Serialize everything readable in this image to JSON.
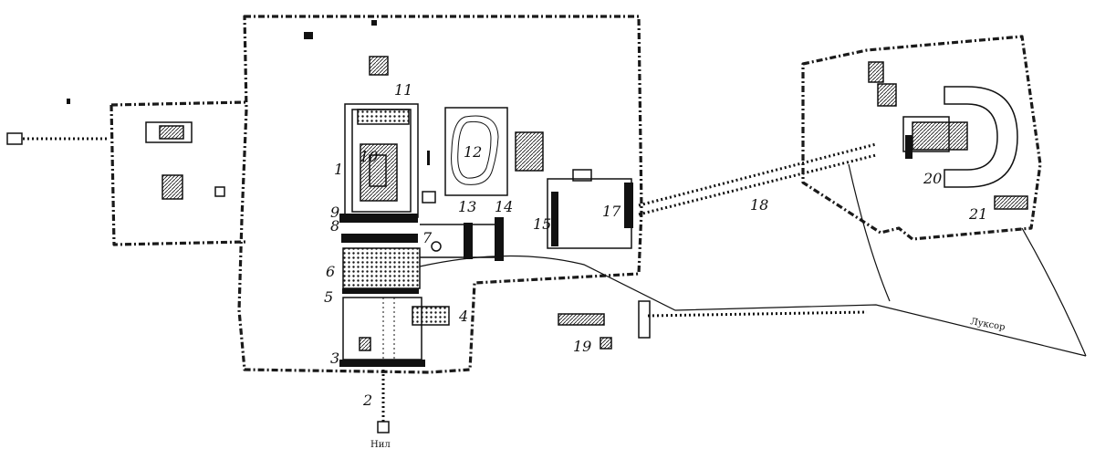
{
  "map": {
    "labels": [
      "1",
      "2",
      "3",
      "4",
      "5",
      "6",
      "7",
      "8",
      "9",
      "10",
      "11",
      "12",
      "13",
      "14",
      "15",
      "17",
      "18",
      "19",
      "20",
      "21"
    ],
    "road_label": "Луксор",
    "bottom_label": "Нил"
  }
}
